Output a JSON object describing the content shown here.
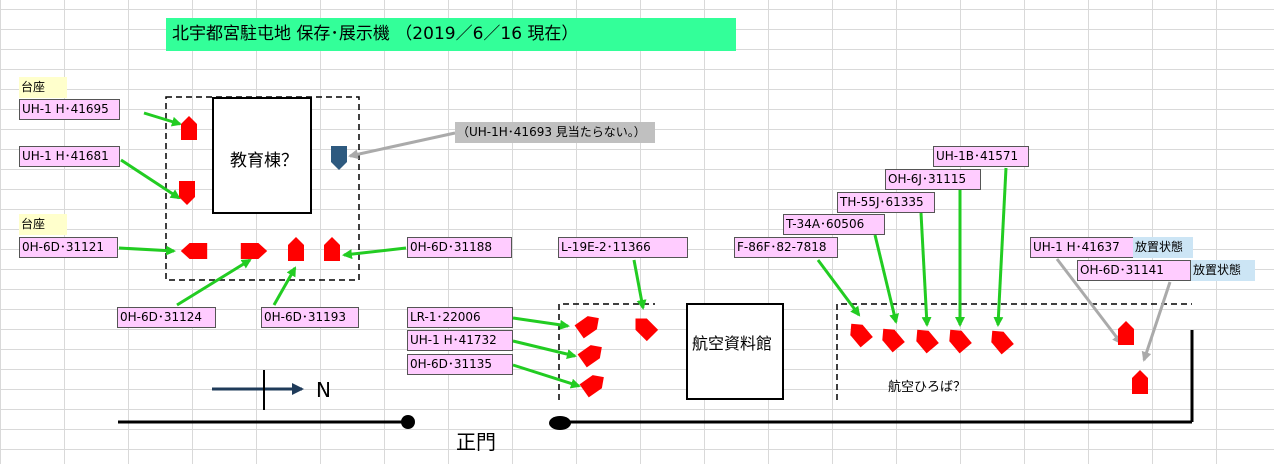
{
  "title": "北宇都宮駐屯地  保存･展示機 （2019／6／16  現在）",
  "building_school": "教育棟？",
  "building_museum": "航空資料館",
  "plaza": "航空ひろば？",
  "gate": "正門",
  "north": "N",
  "daiza": "台座",
  "missing_note": "（UH-1H･41693  見当たらない。）",
  "abandoned": "放置状態",
  "labels": {
    "uh1h_41695": "UH-1 H･41695",
    "uh1h_41681": "UH-1 H･41681",
    "oh6d_31121": "0H-6D･31121",
    "oh6d_31188": "0H-6D･31188",
    "oh6d_31124": "0H-6D･31124",
    "oh6d_31193": "0H-6D･31193",
    "l19e2_11366": "L-19E-2･11366",
    "lr1_22006": "LR-1･22006",
    "uh1h_41732": "UH-1 H･41732",
    "oh6d_31135": "0H-6D･31135",
    "f86f_827818": "F-86F･82-7818",
    "t34a_60506": "T-34A･60506",
    "th55j_61335": "TH-55J･61335",
    "oh6j_31115": "OH-6J･31115",
    "uh1b_41571": "UH-1B･41571",
    "uh1h_41637": "UH-1 H･41637",
    "oh6d_31141": "OH-6D･31141"
  },
  "colors": {
    "title_bg": "#33ff99",
    "label_bg": "#ffccff",
    "daiza_bg": "#ffffcc",
    "note_bg": "#c0c0c0",
    "abandoned_bg": "#cce5f5",
    "aircraft": "#ff0000",
    "missing_aircraft": "#2e5a7f",
    "arrow_green": "#22cc22",
    "arrow_gray": "#aaaaaa",
    "north_arrow": "#1f3b5a"
  },
  "icons": [
    "aircraft-marker",
    "north-arrow-icon",
    "gate-post"
  ]
}
